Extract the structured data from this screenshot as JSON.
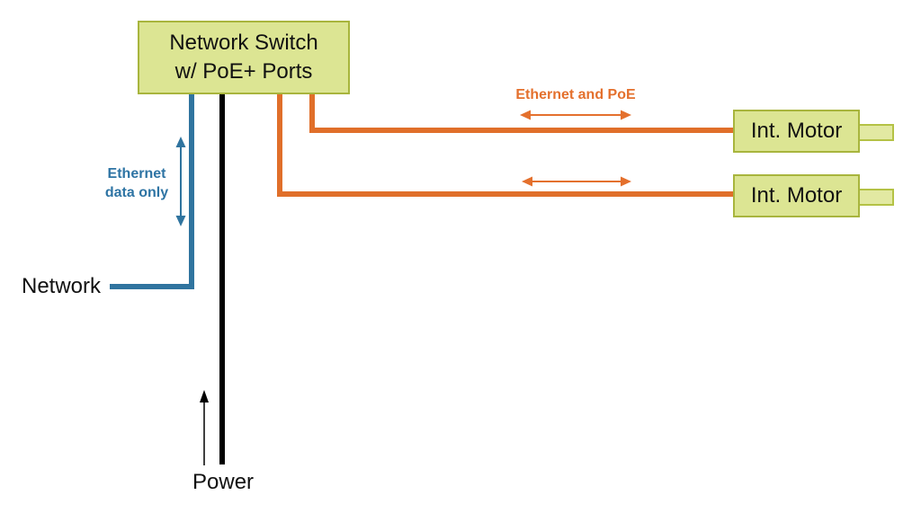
{
  "switch": {
    "label_line1": "Network Switch",
    "label_line2": "w/ PoE+ Ports"
  },
  "motors": [
    {
      "label": "Int. Motor"
    },
    {
      "label": "Int. Motor"
    }
  ],
  "labels": {
    "ethernet_poe": "Ethernet and PoE",
    "ethernet_data_line1": "Ethernet",
    "ethernet_data_line2": "data only",
    "network": "Network",
    "power": "Power"
  },
  "colors": {
    "orange": "#E06F2A",
    "orange-text": "#E4702D",
    "blue": "#30749F",
    "blue-text": "#2E74A4",
    "box-fill": "#DCE593",
    "box-border": "#A8B53D",
    "shaft-fill": "#E2E9A2",
    "shaft-border": "#B4C245",
    "black-line": "#000000"
  }
}
